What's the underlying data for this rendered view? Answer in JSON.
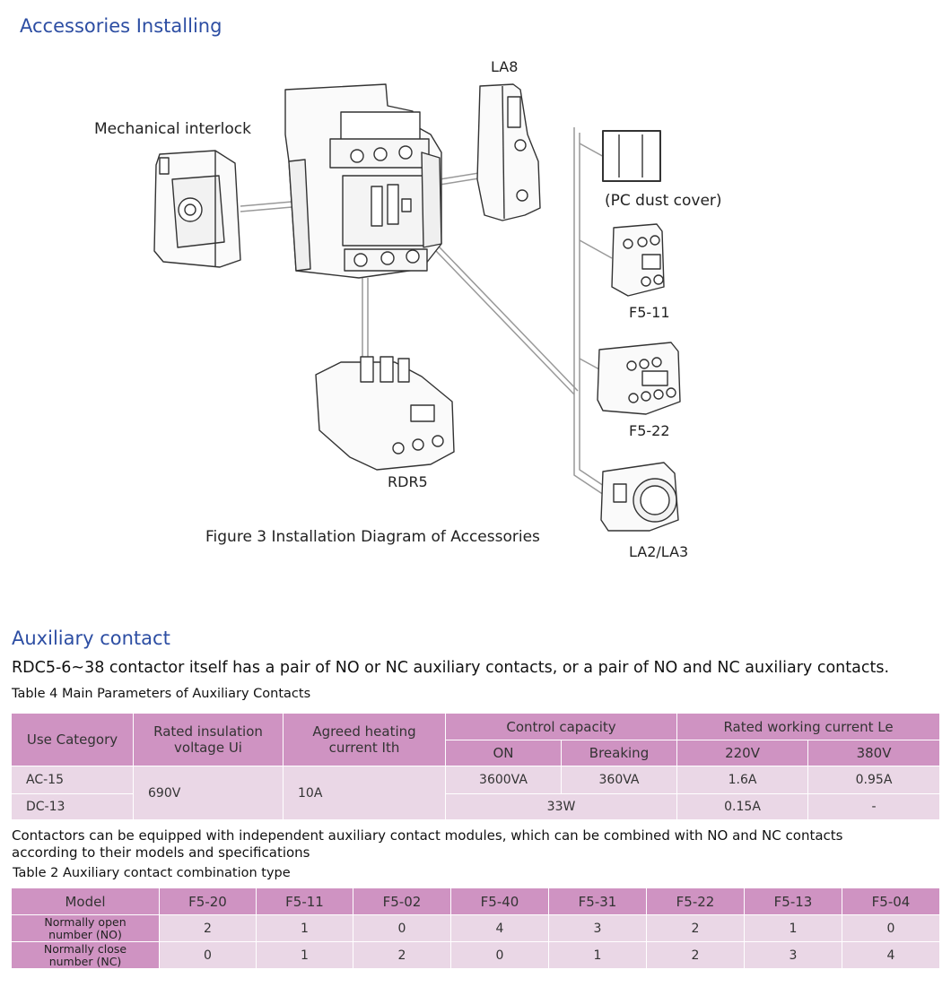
{
  "section1": {
    "title": "Accessories Installing",
    "labels": {
      "la8": "LA8",
      "mechanical_interlock": "Mechanical interlock",
      "pc_dust_cover": "(PC dust cover)",
      "f5_11": "F5-11",
      "f5_22": "F5-22",
      "rdr5": "RDR5",
      "la2_la3": "LA2/LA3"
    },
    "figure_caption": "Figure 3 Installation Diagram of Accessories"
  },
  "section2": {
    "title": "Auxiliary contact",
    "intro": "RDC5-6~38 contactor itself has a pair of NO or NC auxiliary contacts, or a pair of NO and NC auxiliary contacts.",
    "table4": {
      "caption": "Table 4 Main Parameters of Auxiliary Contacts",
      "headers": {
        "use_category": "Use Category",
        "rated_insulation": "Rated insulation voltage Ui",
        "agreed_heating": "Agreed heating current Ith",
        "control_capacity": "Control capacity",
        "rated_working_current": "Rated working current Le",
        "on": "ON",
        "breaking": "Breaking",
        "v220": "220V",
        "v380": "380V"
      },
      "rows": [
        {
          "category": "AC-15",
          "ui": "690V",
          "ith": "10A",
          "on": "3600VA",
          "breaking": "360VA",
          "v220": "1.6A",
          "v380": "0.95A"
        },
        {
          "category": "DC-13",
          "capacity": "33W",
          "v220": "0.15A",
          "v380": "-"
        }
      ]
    },
    "note": "Contactors can be equipped with independent auxiliary contact modules, which can be combined with NO and NC contacts according to their models and specifications",
    "table2": {
      "caption": "Table 2 Auxiliary contact combination type",
      "model_label": "Model",
      "models": [
        "F5-20",
        "F5-11",
        "F5-02",
        "F5-40",
        "F5-31",
        "F5-22",
        "F5-13",
        "F5-04"
      ],
      "no_label": "Normally open number (NO)",
      "nc_label": "Normally close number (NC)",
      "no_values": [
        "2",
        "1",
        "0",
        "4",
        "3",
        "2",
        "1",
        "0"
      ],
      "nc_values": [
        "0",
        "1",
        "2",
        "0",
        "1",
        "2",
        "3",
        "4"
      ]
    }
  }
}
